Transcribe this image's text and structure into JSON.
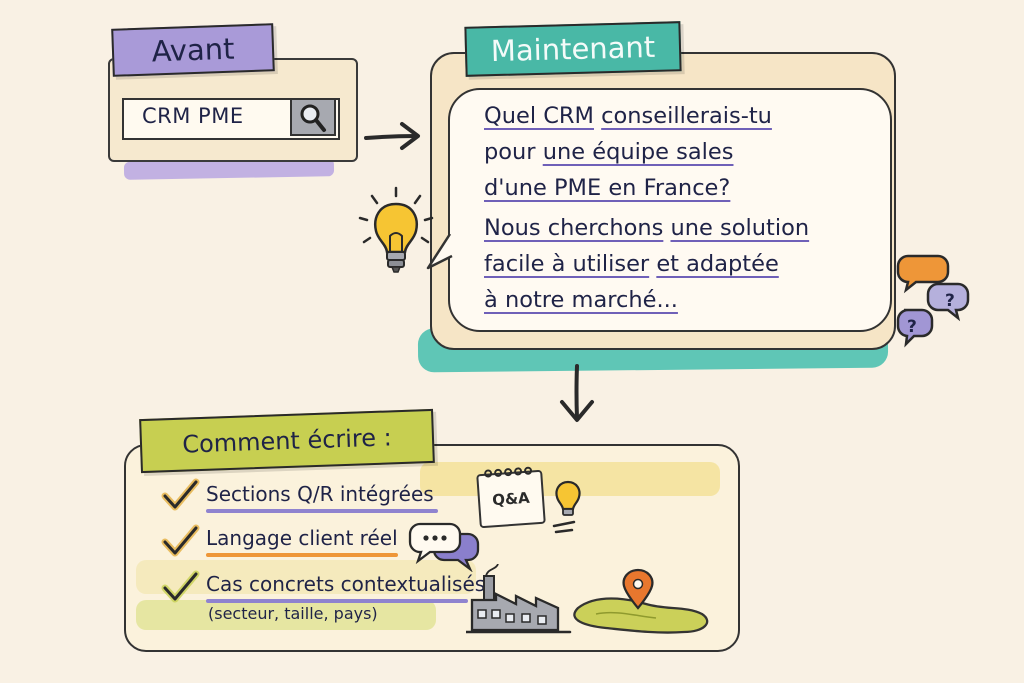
{
  "avant": {
    "label": "Avant",
    "search_query": "CRM PME",
    "search_icon": "magnifier-icon"
  },
  "maintenant": {
    "label": "Maintenant",
    "bubble": {
      "line1_a": "Quel CRM",
      "line1_b": "conseillerais-tu",
      "line2_a": "pour",
      "line2_b": "une équipe sales",
      "line3": "d'une PME en France?",
      "line4_a": "Nous cherchons",
      "line4_b": "une solution",
      "line5_a": "facile à utiliser",
      "line5_b": "et adaptée",
      "line6": "à notre marché..."
    },
    "side_icons": [
      "lightbulb-icon",
      "question-bubbles-icon"
    ],
    "question_mark": "?"
  },
  "comment": {
    "label": "Comment écrire :",
    "items": [
      {
        "text": "Sections Q/R intégrées",
        "icon": "qa-calendar-icon"
      },
      {
        "text": "Langage client réel",
        "icon": "chat-bubbles-icon"
      },
      {
        "text": "Cas concrets contextualisés",
        "icon": "factory-map-pin-icon"
      }
    ],
    "sub_note": "(secteur, taille, pays)",
    "qa_icon_text": "Q&A"
  },
  "colors": {
    "background": "#f9f1e4",
    "avant_tag": "#a99ad8",
    "maintenant_tag": "#49b8a6",
    "comment_tag": "#c7cf51",
    "check": "#e0a52a",
    "pin": "#e8772e"
  }
}
